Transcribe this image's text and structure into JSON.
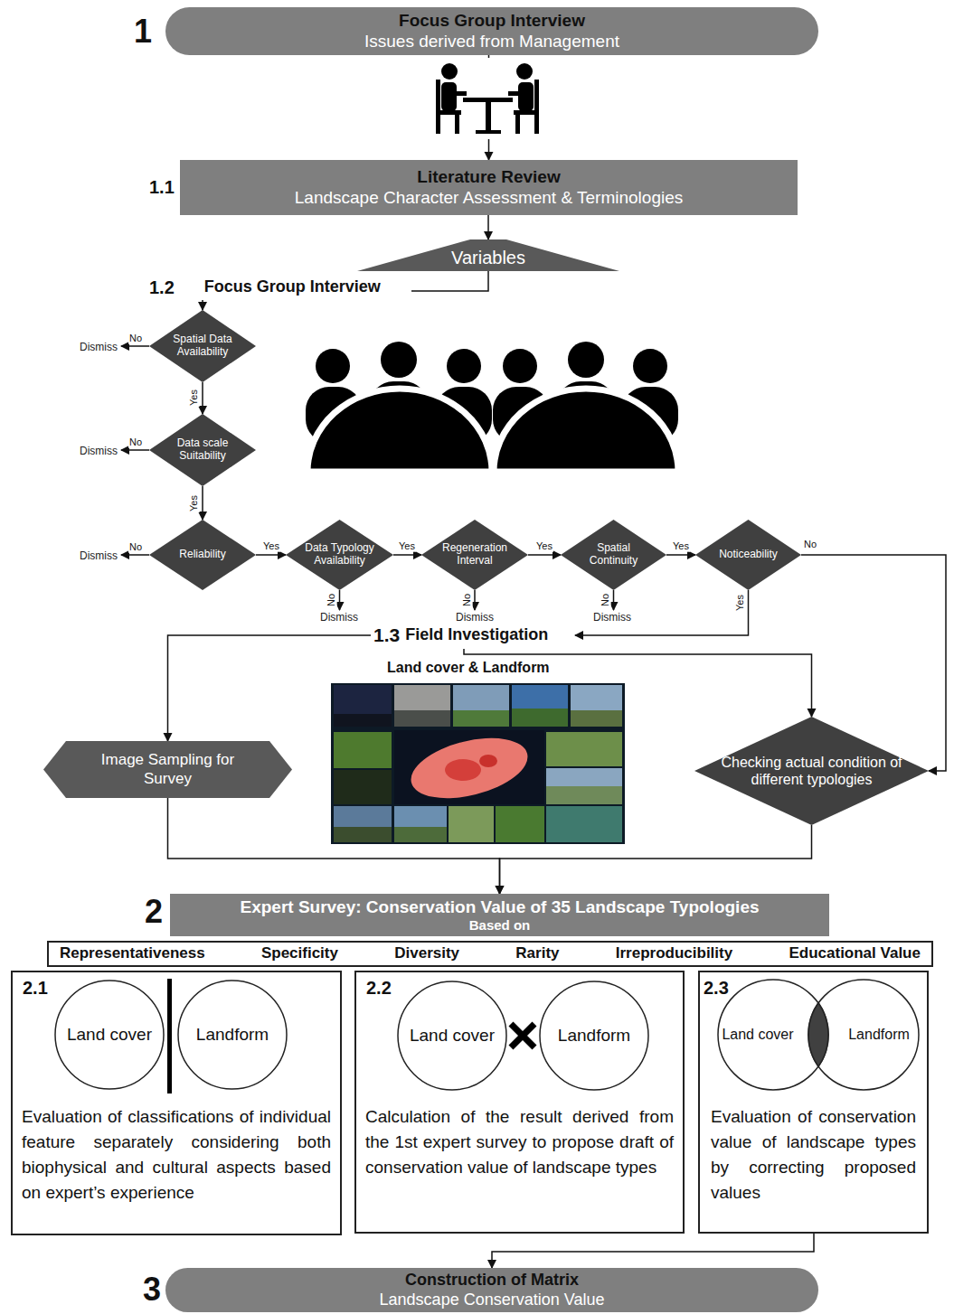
{
  "diagram": {
    "nodes": [
      {
        "text": [
          "Focus Group Interview",
          "Issues derived from Management"
        ]
      },
      {
        "text": [
          "Literature Review",
          "Landscape Character Assessment & Terminologies"
        ]
      },
      {
        "text": [
          "Variables"
        ]
      },
      {
        "text": [
          "1.2",
          "Focus Group Interview"
        ]
      },
      {
        "text": [
          "Spatial Data Availability"
        ]
      },
      {
        "text": [
          "Dismiss"
        ]
      },
      {
        "text": [
          "Data scale Suitability"
        ]
      },
      {
        "text": [
          "Dismiss"
        ]
      },
      {
        "text": [
          "Reliability"
        ]
      },
      {
        "text": [
          "Dismiss"
        ]
      },
      {
        "text": [
          "Data Typology Availability"
        ]
      },
      {
        "text": [
          "Dismiss"
        ]
      },
      {
        "text": [
          "Regeneration Interval"
        ]
      },
      {
        "text": [
          "Dismiss"
        ]
      },
      {
        "text": [
          "Spatial Continuity"
        ]
      },
      {
        "text": [
          "Dismiss"
        ]
      },
      {
        "text": [
          "Noticeability"
        ]
      },
      {
        "text": [
          "1.3",
          "Field Investigation"
        ]
      },
      {
        "text": [
          "Image Sampling for Survey"
        ]
      },
      {
        "text": [
          "Checking actual condition of different typologies"
        ]
      },
      {
        "text": [
          "Expert Survey: Conservation Value of 35 Landscape Typologies",
          "Based on"
        ]
      },
      {
        "text": [
          "Representativeness",
          "Specificity",
          "Diversity",
          "Rarity",
          "Irreproducibility",
          "Educational Value"
        ]
      },
      {
        "text": [
          "Evaluation of classifications of individual feature separately considering both biophysical and cultural aspects based on expert’s experience"
        ]
      },
      {
        "text": [
          "Land cover"
        ],
        "in": 22
      },
      {
        "text": [
          "Landform"
        ],
        "in": 22
      },
      {
        "text": [
          "Calculation of the result derived from the 1st expert survey to propose draft of conservation value of landscape types"
        ]
      },
      {
        "text": [
          "Land cover"
        ],
        "in": 25
      },
      {
        "text": [
          "Landform"
        ],
        "in": 25
      },
      {
        "text": [
          "Evaluation of conservation value of landscape types by correcting proposed values"
        ]
      },
      {
        "text": [
          "Land cover"
        ],
        "in": 28
      },
      {
        "text": [
          "Landform"
        ],
        "in": 28
      },
      {
        "text": [
          "Construction of Matrix",
          "Landscape Conservation Value"
        ]
      }
    ],
    "edges": [
      {
        "from": 0,
        "to": 1,
        "arrow": "to"
      },
      {
        "from": 1,
        "to": 2,
        "arrow": "to"
      },
      {
        "from": 2,
        "to": 3,
        "arrow": "none"
      },
      {
        "from": 3,
        "to": 4,
        "arrow": "to"
      },
      {
        "from": 4,
        "to": 5,
        "label": "No",
        "arrow": "to"
      },
      {
        "from": 4,
        "to": 6,
        "label": "Yes",
        "arrow": "to"
      },
      {
        "from": 6,
        "to": 7,
        "label": "No",
        "arrow": "to"
      },
      {
        "from": 6,
        "to": 8,
        "label": "Yes",
        "arrow": "to"
      },
      {
        "from": 8,
        "to": 9,
        "label": "No",
        "arrow": "to"
      },
      {
        "from": 8,
        "to": 10,
        "label": "Yes",
        "arrow": "to"
      },
      {
        "from": 10,
        "to": 11,
        "label": "No",
        "arrow": "to"
      },
      {
        "from": 10,
        "to": 12,
        "label": "Yes",
        "arrow": "to"
      },
      {
        "from": 12,
        "to": 13,
        "label": "No",
        "arrow": "to"
      },
      {
        "from": 12,
        "to": 14,
        "label": "Yes",
        "arrow": "to"
      },
      {
        "from": 14,
        "to": 15,
        "label": "No",
        "arrow": "to"
      },
      {
        "from": 14,
        "to": 16,
        "label": "Yes",
        "arrow": "to"
      },
      {
        "from": 16,
        "to": 17,
        "label": "Yes",
        "arrow": "to"
      },
      {
        "from": 16,
        "to": 19,
        "label": "No",
        "arrow": "to"
      },
      {
        "from": 17,
        "to": 18,
        "arrow": "to"
      },
      {
        "from": 17,
        "to": 19,
        "arrow": "to"
      },
      {
        "from": 18,
        "to": 20,
        "arrow": "to"
      },
      {
        "from": 19,
        "to": 20,
        "arrow": "to"
      },
      {
        "from": 28,
        "to": 31,
        "arrow": "to"
      }
    ],
    "labels": [
      "1",
      "1.1",
      "Land cover & Landform",
      "2",
      "2.1",
      "2.2",
      "2.3",
      "3"
    ]
  }
}
